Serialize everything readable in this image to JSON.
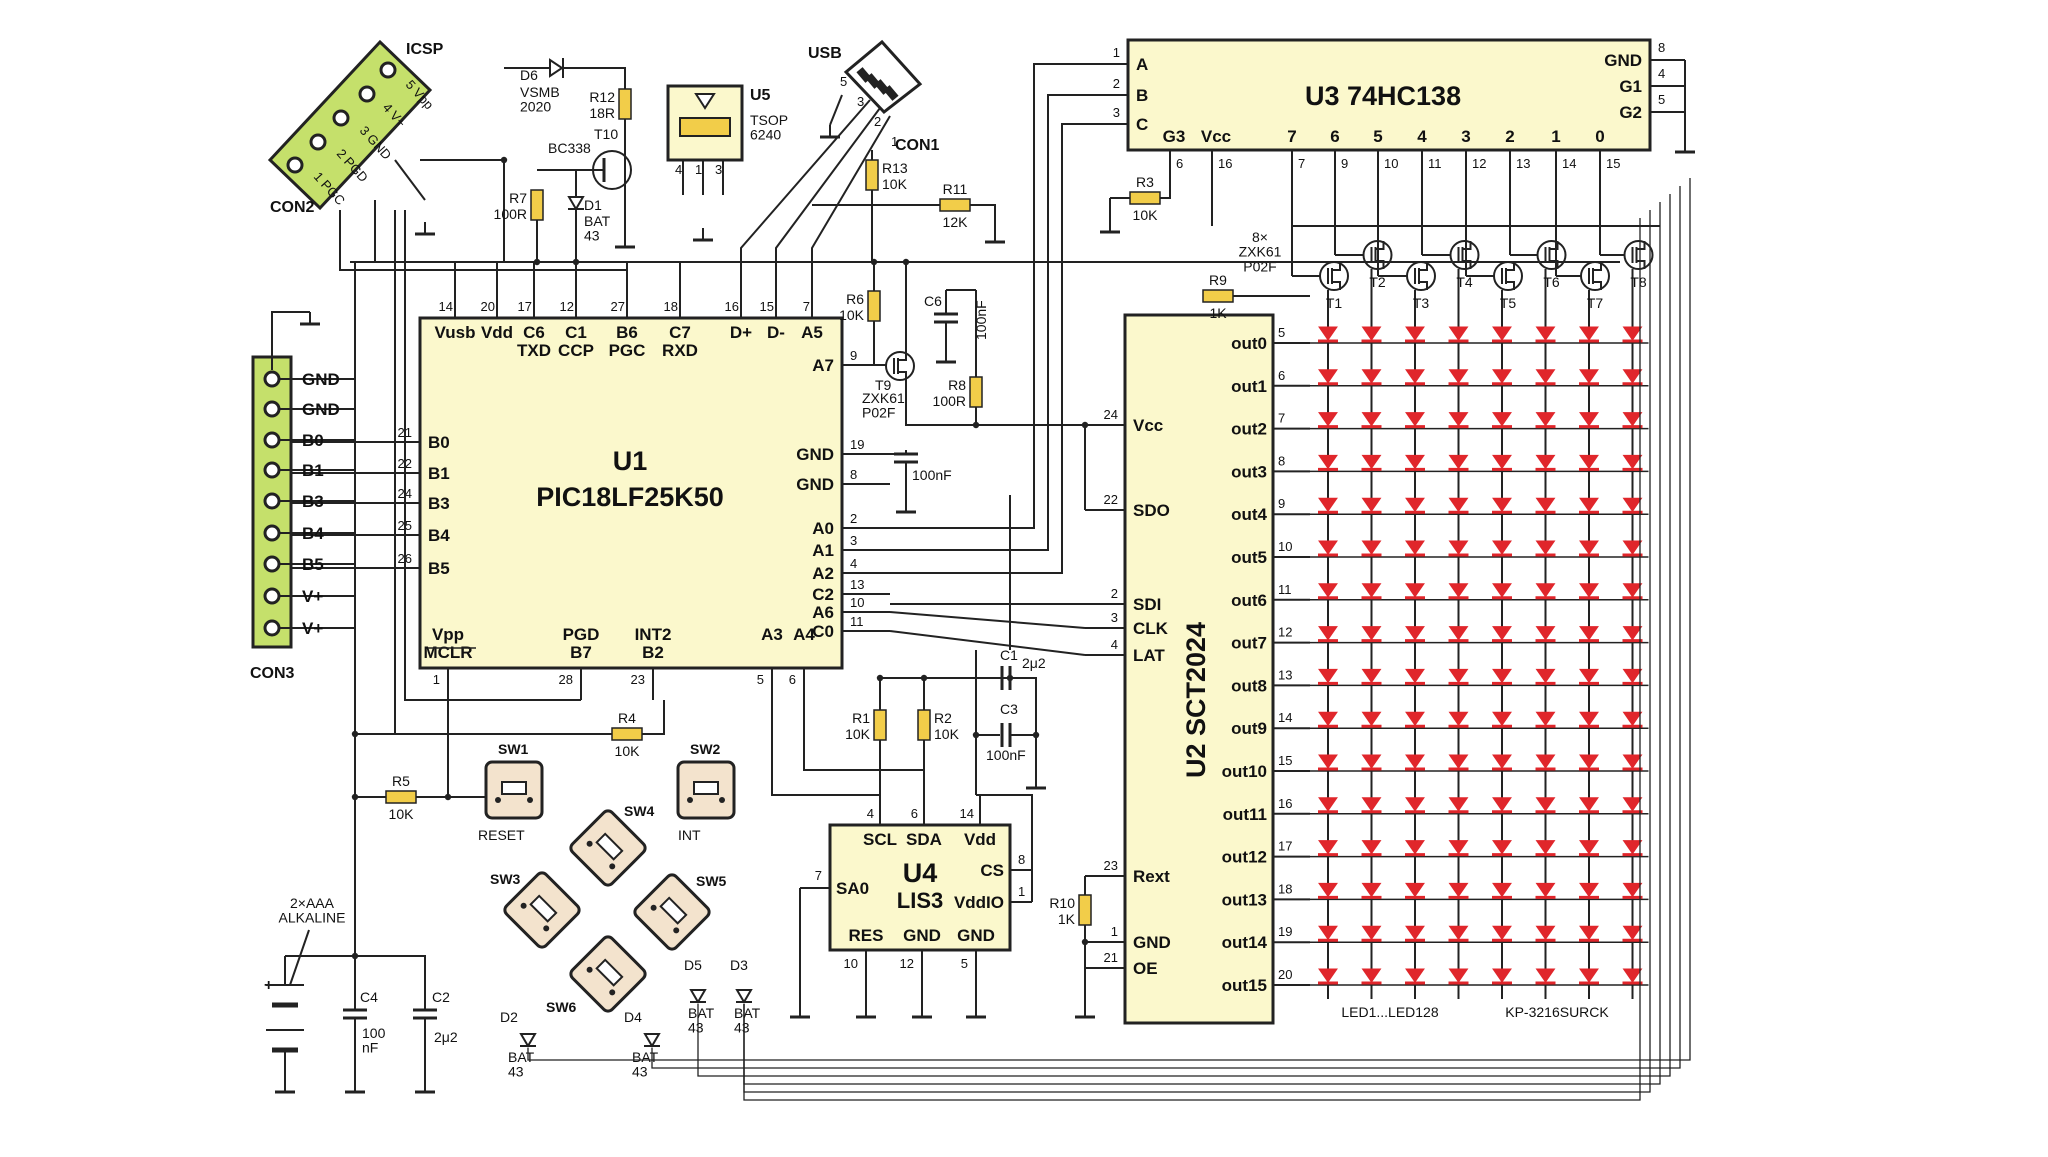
{
  "colors": {
    "ic_fill": "#fbf8cc",
    "resistor": "#f2cd49",
    "led": "#e0262b",
    "connector": "#c5e06b",
    "switch": "#f3e3cd",
    "wire": "#222222"
  },
  "u1": {
    "designator": "U1",
    "part": "PIC18LF25K50",
    "top_pins": [
      {
        "n": "14",
        "l": "Vusb"
      },
      {
        "n": "20",
        "l": "Vdd"
      },
      {
        "n": "17",
        "l": "C6\nTXD"
      },
      {
        "n": "12",
        "l": "C1\nCCP"
      },
      {
        "n": "27",
        "l": "B6\nPGC"
      },
      {
        "n": "18",
        "l": "C7\nRXD"
      },
      {
        "n": "16",
        "l": "D+"
      },
      {
        "n": "15",
        "l": "D-"
      },
      {
        "n": "7",
        "l": "A5"
      }
    ],
    "left_pins": [
      {
        "n": "21",
        "l": "B0"
      },
      {
        "n": "22",
        "l": "B1"
      },
      {
        "n": "24",
        "l": "B3"
      },
      {
        "n": "25",
        "l": "B4"
      },
      {
        "n": "26",
        "l": "B5"
      }
    ],
    "right_pins": [
      {
        "n": "9",
        "l": "A7"
      },
      {
        "n": "19",
        "l": "GND"
      },
      {
        "n": "8",
        "l": "GND"
      },
      {
        "n": "2",
        "l": "A0"
      },
      {
        "n": "3",
        "l": "A1"
      },
      {
        "n": "4",
        "l": "A2"
      },
      {
        "n": "13",
        "l": "C2"
      },
      {
        "n": "10",
        "l": "A6"
      },
      {
        "n": "11",
        "l": "C0"
      }
    ],
    "bottom_pins": [
      {
        "n": "1",
        "l": "Vpp\nMCLR"
      },
      {
        "n": "28",
        "l": "PGD\nB7"
      },
      {
        "n": "23",
        "l": "INT2\nB2"
      },
      {
        "n": "5",
        "l": "A3"
      },
      {
        "n": "6",
        "l": "A4"
      }
    ]
  },
  "u2": {
    "designator": "U2",
    "part": "SCT2024",
    "left_pins": [
      {
        "n": "24",
        "l": "Vcc"
      },
      {
        "n": "22",
        "l": "SDO"
      },
      {
        "n": "2",
        "l": "SDI"
      },
      {
        "n": "3",
        "l": "CLK"
      },
      {
        "n": "4",
        "l": "LAT"
      },
      {
        "n": "23",
        "l": "Rext"
      },
      {
        "n": "1",
        "l": "GND"
      },
      {
        "n": "21",
        "l": "OE"
      }
    ],
    "outputs": [
      {
        "n": "5",
        "l": "out0"
      },
      {
        "n": "6",
        "l": "out1"
      },
      {
        "n": "7",
        "l": "out2"
      },
      {
        "n": "8",
        "l": "out3"
      },
      {
        "n": "9",
        "l": "out4"
      },
      {
        "n": "10",
        "l": "out5"
      },
      {
        "n": "11",
        "l": "out6"
      },
      {
        "n": "12",
        "l": "out7"
      },
      {
        "n": "13",
        "l": "out8"
      },
      {
        "n": "14",
        "l": "out9"
      },
      {
        "n": "15",
        "l": "out10"
      },
      {
        "n": "16",
        "l": "out11"
      },
      {
        "n": "17",
        "l": "out12"
      },
      {
        "n": "18",
        "l": "out13"
      },
      {
        "n": "19",
        "l": "out14"
      },
      {
        "n": "20",
        "l": "out15"
      }
    ]
  },
  "u3": {
    "designator": "U3",
    "part": "74HC138",
    "left_pins": [
      {
        "n": "1",
        "l": "A"
      },
      {
        "n": "2",
        "l": "B"
      },
      {
        "n": "3",
        "l": "C"
      }
    ],
    "right_pins": [
      {
        "n": "8",
        "l": "GND"
      },
      {
        "n": "4",
        "l": "G1"
      },
      {
        "n": "5",
        "l": "G2"
      }
    ],
    "bottom_pins": [
      {
        "n": "6",
        "l": "G3"
      },
      {
        "n": "16",
        "l": "Vcc"
      },
      {
        "n": "7",
        "l": "7"
      },
      {
        "n": "9",
        "l": "6"
      },
      {
        "n": "10",
        "l": "5"
      },
      {
        "n": "11",
        "l": "4"
      },
      {
        "n": "12",
        "l": "3"
      },
      {
        "n": "13",
        "l": "2"
      },
      {
        "n": "14",
        "l": "1"
      },
      {
        "n": "15",
        "l": "0"
      }
    ]
  },
  "u4": {
    "designator": "U4",
    "part": "LIS3",
    "top_pins": [
      {
        "n": "4",
        "l": "SCL"
      },
      {
        "n": "6",
        "l": "SDA"
      },
      {
        "n": "14",
        "l": "Vdd"
      }
    ],
    "left_pins": [
      {
        "n": "7",
        "l": "SA0"
      }
    ],
    "right_pins": [
      {
        "n": "8",
        "l": "CS"
      },
      {
        "n": "1",
        "l": "VddIO"
      }
    ],
    "bottom_pins": [
      {
        "n": "10",
        "l": "RES"
      },
      {
        "n": "12",
        "l": "GND"
      },
      {
        "n": "5",
        "l": "GND"
      }
    ]
  },
  "con3": {
    "designator": "CON3",
    "pins": [
      "GND",
      "GND",
      "B0",
      "B1",
      "B3",
      "B4",
      "B5",
      "V+",
      "V+"
    ]
  },
  "con2": {
    "designator": "CON2",
    "title": "ICSP",
    "pins": [
      "5 Vpp",
      "4 V+",
      "3 GND",
      "2 PGD",
      "1 PGC"
    ]
  },
  "con1": {
    "designator": "CON1",
    "title": "USB",
    "pins": [
      "5",
      "3",
      "2",
      "1"
    ]
  },
  "u5": {
    "designator": "U5",
    "part": "TSOP\n6240",
    "pins": [
      "4",
      "1",
      "3"
    ]
  },
  "d6": {
    "designator": "D6",
    "part": "VSMB\n2020"
  },
  "t10": {
    "designator": "T10",
    "part": "BC338"
  },
  "d1": {
    "designator": "D1",
    "part": "BAT\n43"
  },
  "resistors": [
    {
      "ref": "R12",
      "val": "18R"
    },
    {
      "ref": "R7",
      "val": "100R"
    },
    {
      "ref": "R13",
      "val": "10K"
    },
    {
      "ref": "R11",
      "val": "12K"
    },
    {
      "ref": "R3",
      "val": "10K"
    },
    {
      "ref": "R9",
      "val": "1K"
    },
    {
      "ref": "R6",
      "val": "10K"
    },
    {
      "ref": "R8",
      "val": "100R"
    },
    {
      "ref": "R4",
      "val": "10K"
    },
    {
      "ref": "R5",
      "val": "10K"
    },
    {
      "ref": "R1",
      "val": "10K"
    },
    {
      "ref": "R2",
      "val": "10K"
    },
    {
      "ref": "R10",
      "val": "1K"
    }
  ],
  "capacitors": [
    {
      "ref": "C6",
      "val": "100nF"
    },
    {
      "ref": "",
      "val": "100nF"
    },
    {
      "ref": "C1",
      "val": "2μ2"
    },
    {
      "ref": "C3",
      "val": "100nF"
    },
    {
      "ref": "C4",
      "val": "100\nnF"
    },
    {
      "ref": "C2",
      "val": "2μ2"
    }
  ],
  "t9": {
    "designator": "T9",
    "part": "ZXK61\nP02F"
  },
  "transistors_row": {
    "note": "8×\nZXK61\nP02F",
    "labels": [
      "T1",
      "T2",
      "T3",
      "T4",
      "T5",
      "T6",
      "T7",
      "T8"
    ]
  },
  "switches": [
    {
      "ref": "SW1",
      "label": "RESET"
    },
    {
      "ref": "SW2",
      "label": "INT"
    },
    {
      "ref": "SW3",
      "label": ""
    },
    {
      "ref": "SW4",
      "label": ""
    },
    {
      "ref": "SW5",
      "label": ""
    },
    {
      "ref": "SW6",
      "label": ""
    }
  ],
  "diodes_bottom": [
    {
      "ref": "D2",
      "val": "BAT\n43"
    },
    {
      "ref": "D4",
      "val": "BAT\n43"
    },
    {
      "ref": "D5",
      "val": "BAT\n43"
    },
    {
      "ref": "D3",
      "val": "BAT\n43"
    }
  ],
  "battery": {
    "label": "2×AAA\nALKALINE",
    "plus": "+"
  },
  "led_matrix": {
    "rows": 16,
    "cols": 8,
    "label": "LED1...LED128",
    "part": "KP-3216SURCK"
  }
}
